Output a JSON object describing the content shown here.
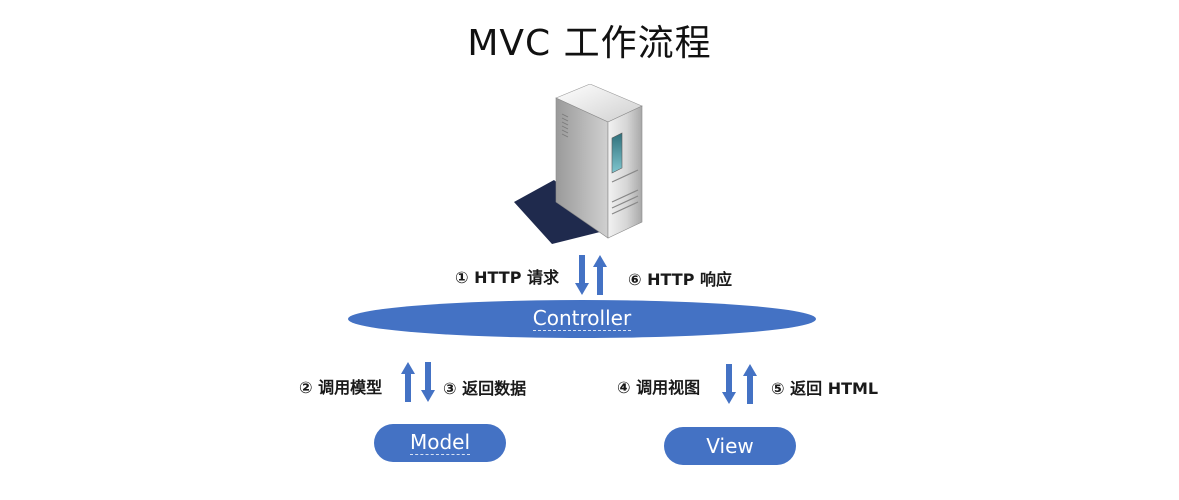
{
  "title": "MVC 工作流程",
  "nodes": {
    "controller": "Controller",
    "model": "Model",
    "view": "View"
  },
  "edges": {
    "http_request": "① HTTP 请求",
    "http_response": "⑥ HTTP 响应",
    "call_model": "② 调用模型",
    "return_data": "③ 返回数据",
    "call_view": "④ 调用视图",
    "return_html": "⑤ 返回 HTML"
  },
  "colors": {
    "node_fill": "#4472c4",
    "arrow": "#4472c4",
    "server_shadow": "#1f2a4d"
  },
  "icons": {
    "server": "server-tower-icon"
  }
}
